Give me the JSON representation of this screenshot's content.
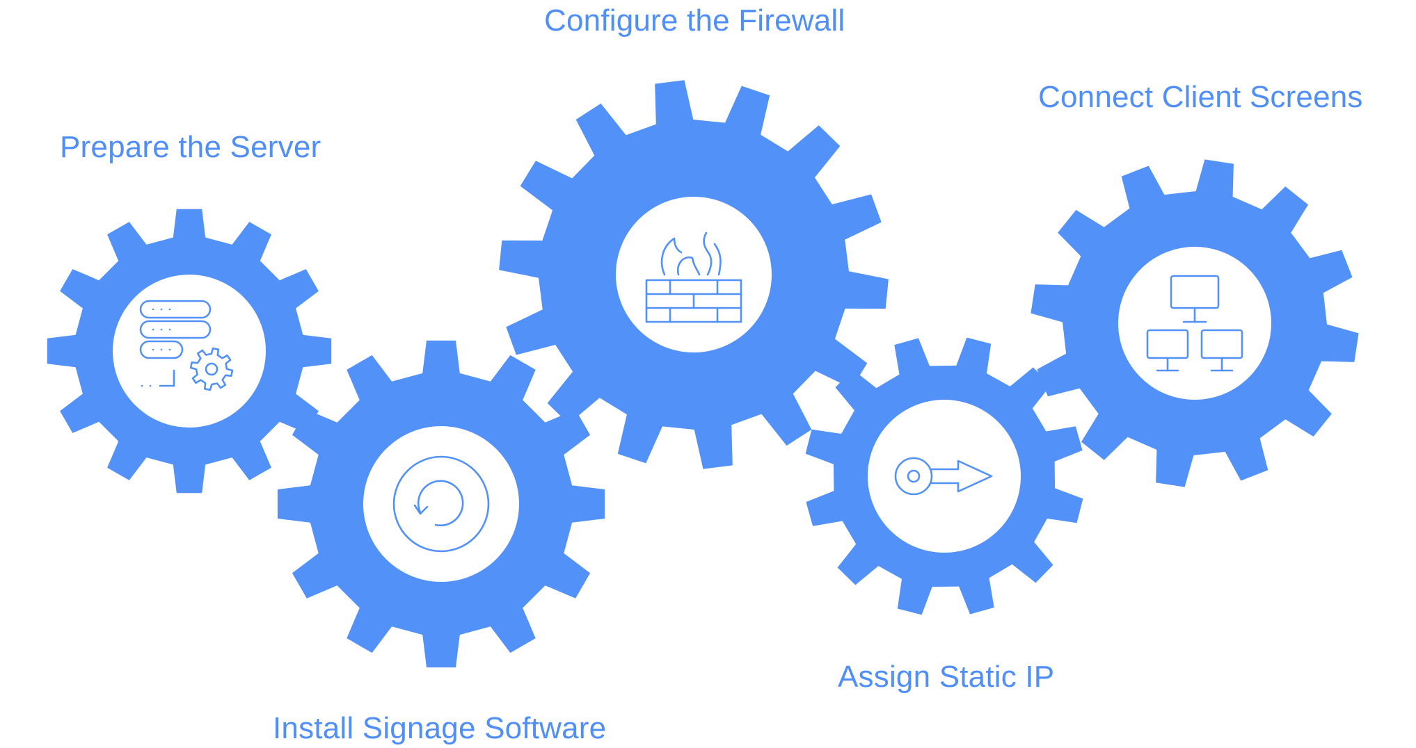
{
  "diagram": {
    "type": "gear-process",
    "colors": {
      "gear": "#5291f8",
      "hub": "#ffffff",
      "label": "#4f8ff7"
    },
    "steps": [
      {
        "id": "prepare-server",
        "label": "Prepare the Server",
        "icon": "server-gear-icon"
      },
      {
        "id": "install-software",
        "label": "Install Signage Software",
        "icon": "refresh-icon"
      },
      {
        "id": "configure-firewall",
        "label": "Configure the Firewall",
        "icon": "firewall-icon"
      },
      {
        "id": "assign-static-ip",
        "label": "Assign Static IP",
        "icon": "key-arrow-icon"
      },
      {
        "id": "connect-screens",
        "label": "Connect Client Screens",
        "icon": "network-monitors-icon"
      }
    ]
  }
}
